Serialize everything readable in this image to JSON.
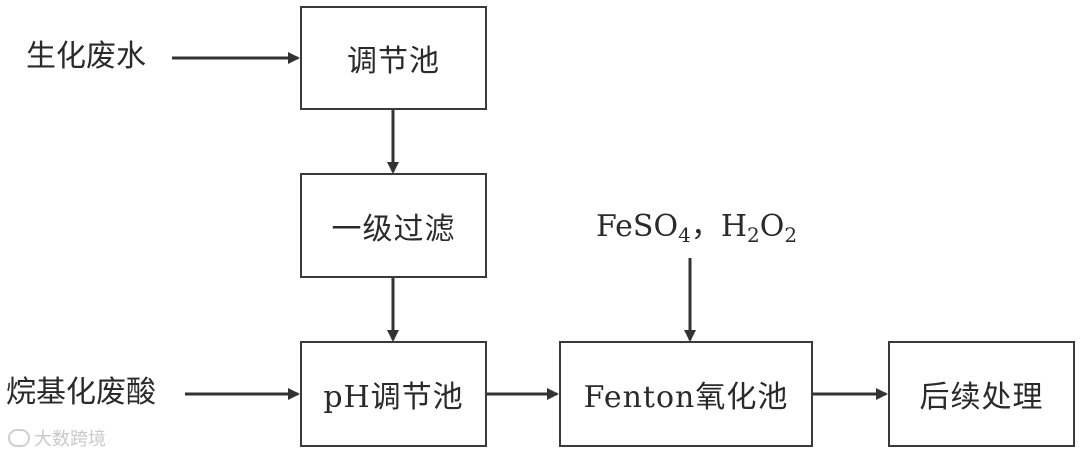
{
  "nodes": {
    "adjust_tank": "调节池",
    "primary_filter": "一级过滤",
    "ph_adjust_tank": "pH调节池",
    "fenton_tank": "Fenton氧化池",
    "post_treatment": "后续处理"
  },
  "inputs": {
    "biochem_wastewater": "生化废水",
    "alkyl_waste_acid": "烷基化废酸",
    "reagents": {
      "fe": "FeSO",
      "fe_sub": "4",
      "sep": "，",
      "h": "H",
      "h_sub": "2",
      "o": "O",
      "o_sub": "2"
    }
  },
  "watermark": "大数跨境"
}
